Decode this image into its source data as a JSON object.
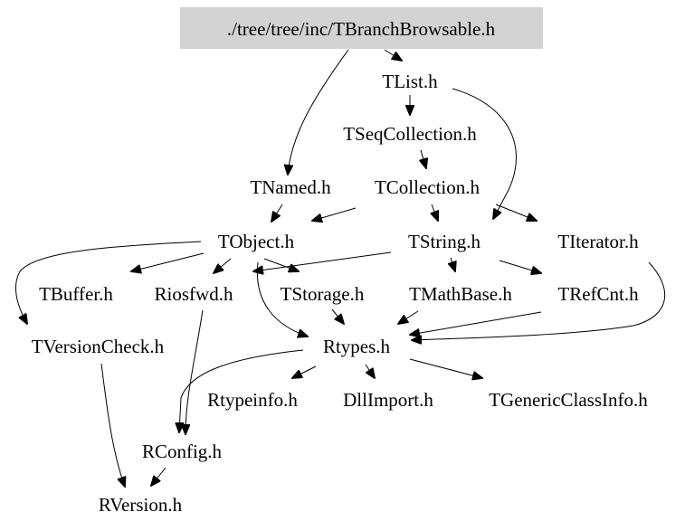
{
  "diagram": {
    "root": {
      "label": "./tree/tree/inc/TBranchBrowsable.h",
      "fill": "#d3d3d3"
    },
    "nodes": {
      "tlist": "TList.h",
      "tseqcollection": "TSeqCollection.h",
      "tnamed": "TNamed.h",
      "tcollection": "TCollection.h",
      "tobject": "TObject.h",
      "tstring": "TString.h",
      "titerator": "TIterator.h",
      "tbuffer": "TBuffer.h",
      "riosfwd": "Riosfwd.h",
      "tstorage": "TStorage.h",
      "tmathbase": "TMathBase.h",
      "trefcnt": "TRefCnt.h",
      "tversioncheck": "TVersionCheck.h",
      "rtypes": "Rtypes.h",
      "rtypeinfo": "Rtypeinfo.h",
      "dllimport": "DllImport.h",
      "tgenericclassinfo": "TGenericClassInfo.h",
      "rconfig": "RConfig.h",
      "rversion": "RVersion.h"
    },
    "edges": [
      [
        "root",
        "tlist"
      ],
      [
        "root",
        "tnamed"
      ],
      [
        "tlist",
        "tseqcollection"
      ],
      [
        "tlist",
        "tstring"
      ],
      [
        "tseqcollection",
        "tcollection"
      ],
      [
        "tnamed",
        "tobject"
      ],
      [
        "tcollection",
        "tobject"
      ],
      [
        "tcollection",
        "tstring"
      ],
      [
        "tcollection",
        "titerator"
      ],
      [
        "tobject",
        "tbuffer"
      ],
      [
        "tobject",
        "riosfwd"
      ],
      [
        "tobject",
        "tstorage"
      ],
      [
        "tobject",
        "tversioncheck"
      ],
      [
        "tobject",
        "rtypes"
      ],
      [
        "tstring",
        "tobject"
      ],
      [
        "tstring",
        "tmathbase"
      ],
      [
        "tstring",
        "trefcnt"
      ],
      [
        "tstorage",
        "rtypes"
      ],
      [
        "tmathbase",
        "rtypes"
      ],
      [
        "trefcnt",
        "rtypes"
      ],
      [
        "titerator",
        "rtypes"
      ],
      [
        "riosfwd",
        "rconfig"
      ],
      [
        "rtypes",
        "rtypeinfo"
      ],
      [
        "rtypes",
        "dllimport"
      ],
      [
        "rtypes",
        "tgenericclassinfo"
      ],
      [
        "rtypes",
        "rconfig"
      ],
      [
        "tversioncheck",
        "rversion"
      ],
      [
        "rconfig",
        "rversion"
      ]
    ]
  }
}
